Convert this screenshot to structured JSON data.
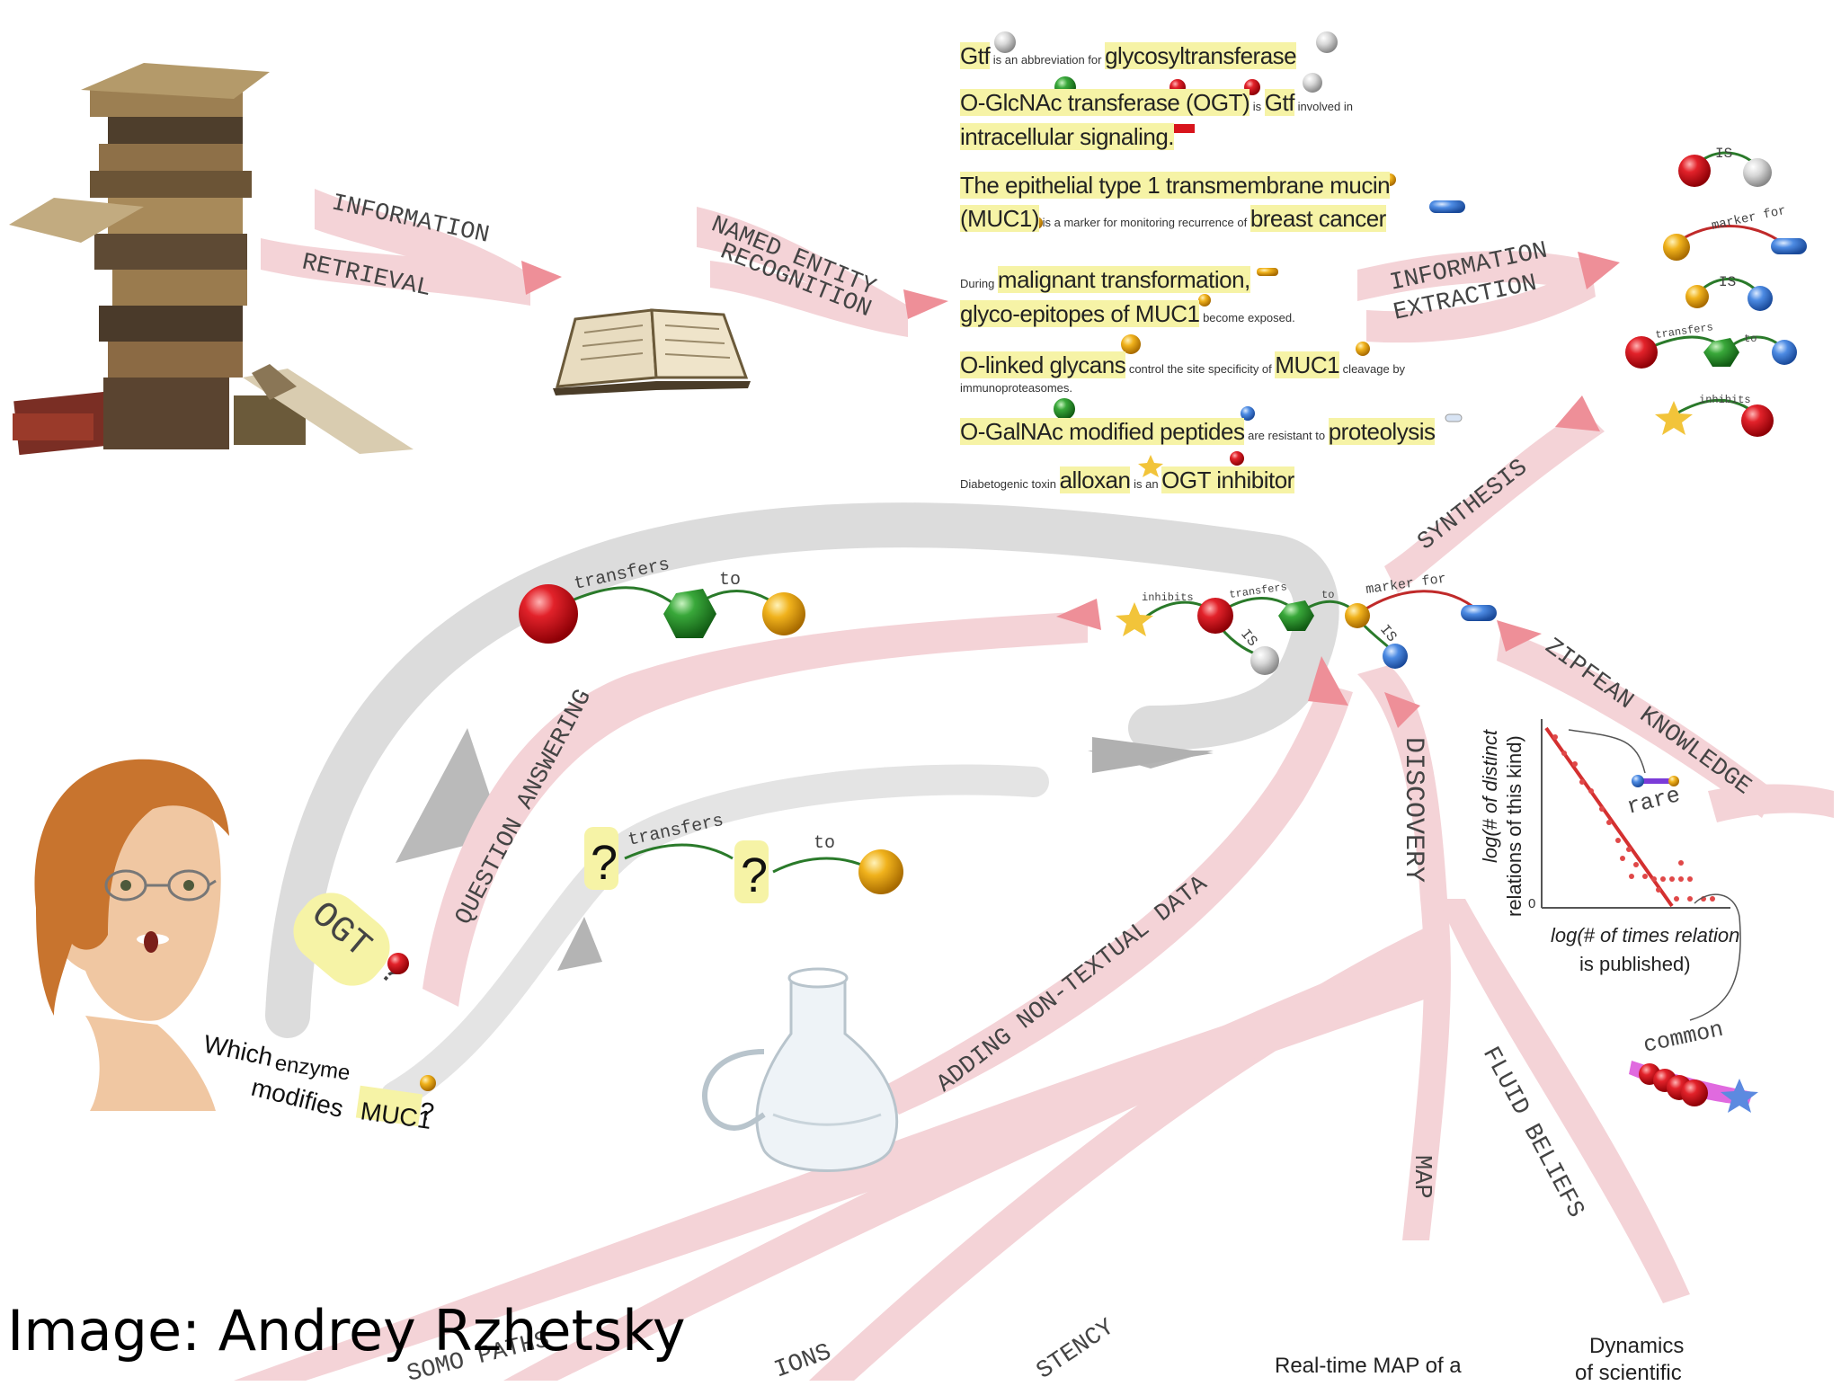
{
  "credit": "Image: Andrey Rzhetsky",
  "stages": {
    "information_retrieval_1": "INFORMATION",
    "information_retrieval_2": "RETRIEVAL",
    "named_entity_1": "NAMED ENTITY",
    "named_entity_2": "RECOGNITION",
    "information_extraction_1": "INFORMATION",
    "information_extraction_2": "EXTRACTION",
    "synthesis": "SYNTHESIS",
    "zipfean": "ZIPFEAN KNOWLEDGE",
    "question_answering": "QUESTION ANSWERING",
    "adding_data": "ADDING NON-TEXTUAL DATA",
    "discovery": "DISCOVERY",
    "fluid_beliefs": "FLUID BELIEFS",
    "map": "MAP",
    "bottom_1": "SOMO PATHS",
    "bottom_2": "IONS",
    "bottom_3": "STENCY"
  },
  "sentences": [
    {
      "parts": [
        [
          "Gtf",
          "big hl"
        ],
        [
          " is an abbreviation for ",
          "small"
        ],
        [
          "glycosyltransferase",
          "big hl"
        ]
      ]
    },
    {
      "parts": [
        [
          "O-GlcNAc transferase (OGT)",
          "big hl"
        ],
        [
          " is ",
          "small"
        ],
        [
          "Gtf",
          "big hl"
        ],
        [
          " involved in",
          "small"
        ]
      ]
    },
    {
      "parts": [
        [
          "intracellular signaling.",
          "big hl"
        ]
      ]
    },
    {
      "parts": [
        [
          "The epithelial type 1 transmembrane mucin",
          "big hl"
        ]
      ]
    },
    {
      "parts": [
        [
          "(MUC1)",
          "big hl"
        ],
        [
          " is a marker for monitoring recurrence of ",
          "small"
        ],
        [
          "breast cancer",
          "big hl"
        ]
      ]
    },
    {
      "parts": [
        [
          "During ",
          "small"
        ],
        [
          "malignant transformation,",
          "big hl"
        ]
      ]
    },
    {
      "parts": [
        [
          "glyco-epitopes of MUC1",
          "big hl"
        ],
        [
          " become exposed.",
          "small"
        ]
      ]
    },
    {
      "parts": [
        [
          "O-linked glycans",
          "big hl"
        ],
        [
          " control the site specificity of ",
          "small"
        ],
        [
          "MUC1",
          "big hl"
        ],
        [
          " cleavage by",
          "small"
        ]
      ]
    },
    {
      "parts": [
        [
          "immunoproteasomes.",
          "small"
        ]
      ]
    },
    {
      "parts": [
        [
          "O-GalNAc modified peptides",
          "big hl"
        ],
        [
          " are resistant to ",
          "small"
        ],
        [
          "proteolysis",
          "big hl"
        ]
      ]
    },
    {
      "parts": [
        [
          "Diabetogenic toxin ",
          "small"
        ],
        [
          "alloxan",
          "big hl"
        ],
        [
          " is an ",
          "small"
        ],
        [
          "OGT inhibitor",
          "big hl"
        ]
      ]
    }
  ],
  "relations": {
    "is": "IS",
    "marker_for": "marker for",
    "transfers": "transfers",
    "to": "to",
    "inhibits": "inhibits"
  },
  "question": {
    "word_1": "Which",
    "word_2": "enzyme",
    "word_3": "modifies",
    "entity": "MUC1",
    "mark": "?",
    "answer": "OGT",
    "answer_mark": "?",
    "unknown_1": "?",
    "unknown_2": "?"
  },
  "zipf": {
    "ylabel_1": "log(# of distinct",
    "ylabel_2": "relations  of this kind)",
    "xlabel_1": "log(# of times relation",
    "xlabel_2": "is published)",
    "origin": "0",
    "rare": "rare",
    "common": "common"
  },
  "bottom_text": {
    "map_1": "Real-time MAP of a",
    "dyn_1": "Dynamics",
    "dyn_2": "of scientific"
  },
  "colors": {
    "ribbon": "#f4d3d7",
    "ribbon_arrow": "#ee8f98",
    "gray_path": "#dcdcdc",
    "gray_arrow": "#a9a9a9",
    "highlight": "#f6f3a6",
    "red": "#d8141c",
    "green": "#2c9a2c",
    "gold": "#e3a512",
    "blue": "#3b78d8",
    "silver": "#cfcfcf"
  }
}
